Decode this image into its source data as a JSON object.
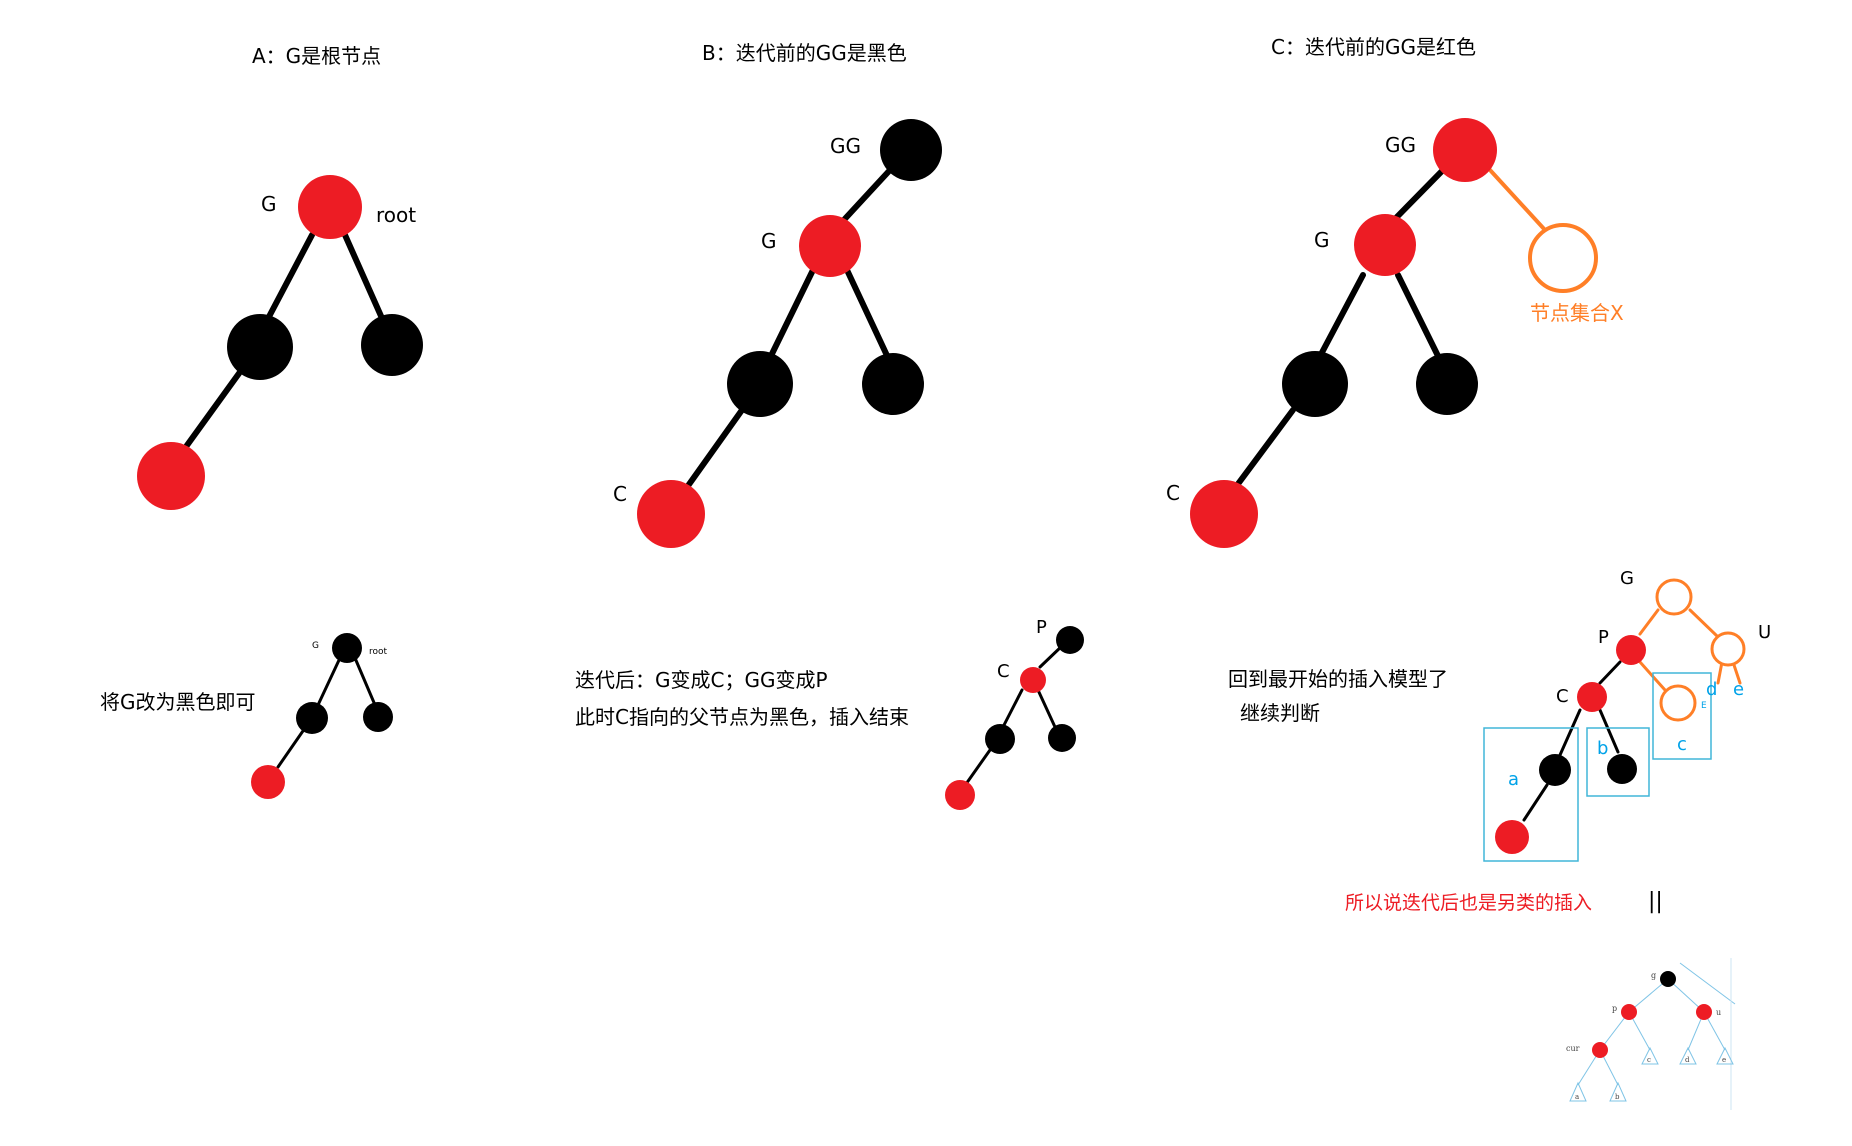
{
  "colors": {
    "red": "#ed1c24",
    "black": "#000000",
    "orange": "#ff7f27",
    "blue": "#00a2e8",
    "cyan_box": "#41b6d8",
    "caption_red": "#ed1c24"
  },
  "panel_a": {
    "title": "A：G是根节点",
    "label_g": "G",
    "label_root": "root",
    "caption": "将G改为黑色即可",
    "small_label_g": "G",
    "small_label_root": "root"
  },
  "panel_b": {
    "title": "B：迭代前的GG是黑色",
    "label_gg": "GG",
    "label_g": "G",
    "label_c": "C",
    "caption_line1": "迭代后：G变成C；GG变成P",
    "caption_line2": "此时C指向的父节点为黑色，插入结束",
    "small_label_p": "P",
    "small_label_c": "C"
  },
  "panel_c": {
    "title": "C：迭代前的GG是红色",
    "label_gg": "GG",
    "label_g": "G",
    "label_c": "C",
    "set_label": "节点集合X",
    "caption_line1": "回到最开始的插入模型了",
    "caption_line2": "继续判断",
    "small_label_g": "G",
    "small_label_u": "U",
    "small_label_p": "P",
    "small_label_c": "C",
    "small_label_d": "d",
    "small_label_e": "e",
    "small_label_tiny_e": "E",
    "box_a": "a",
    "box_b": "b",
    "box_c": "c",
    "conclusion": "所以说迭代后也是另类的插入",
    "equals_mark": "||"
  },
  "model_tree": {
    "label_g": "g",
    "label_p": "p",
    "label_u": "u",
    "label_cur": "cur",
    "label_a": "a",
    "label_b": "b",
    "label_c": "c",
    "label_d": "d",
    "label_e": "e"
  }
}
